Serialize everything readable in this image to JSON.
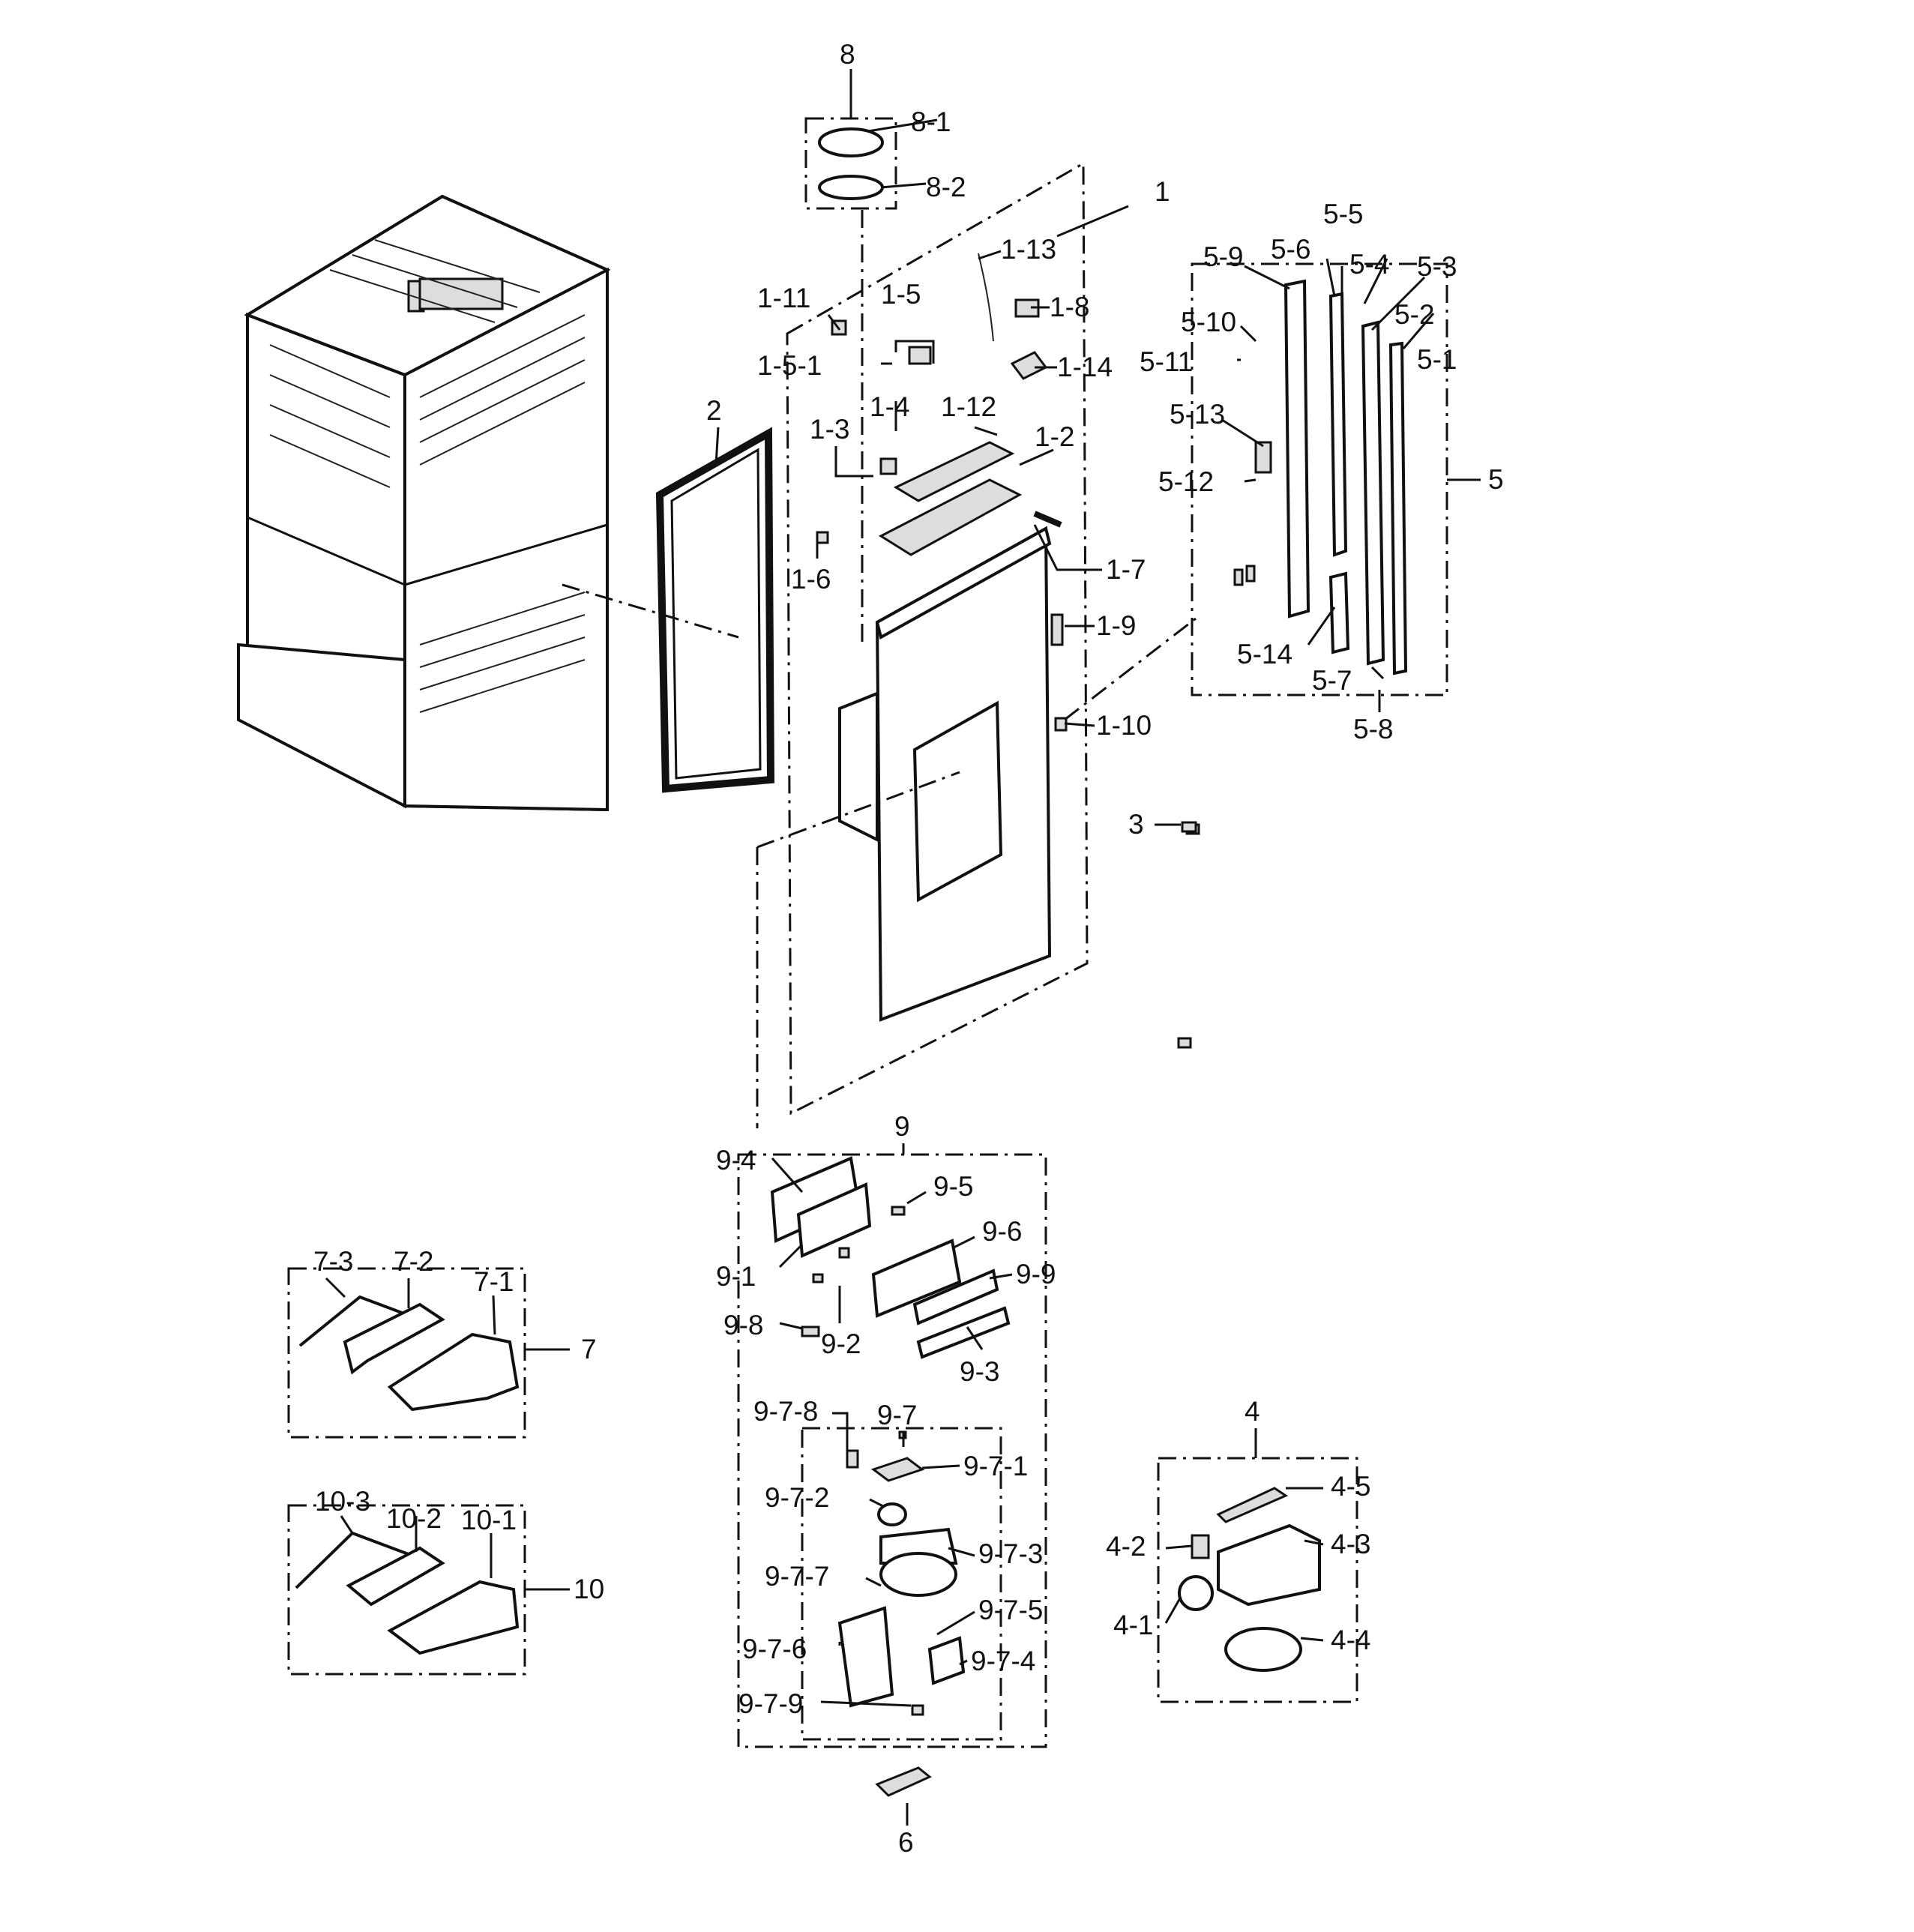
{
  "labels": {
    "p1": "1",
    "p1_2": "1-2",
    "p1_3": "1-3",
    "p1_4": "1-4",
    "p1_5": "1-5",
    "p1_5_1": "1-5-1",
    "p1_6": "1-6",
    "p1_7": "1-7",
    "p1_8": "1-8",
    "p1_9": "1-9",
    "p1_10": "1-10",
    "p1_11": "1-11",
    "p1_12": "1-12",
    "p1_13": "1-13",
    "p1_14": "1-14",
    "p2": "2",
    "p3": "3",
    "p4": "4",
    "p4_1": "4-1",
    "p4_2": "4-2",
    "p4_3": "4-3",
    "p4_4": "4-4",
    "p4_5": "4-5",
    "p5": "5",
    "p5_1": "5-1",
    "p5_2": "5-2",
    "p5_3": "5-3",
    "p5_4": "5-4",
    "p5_5": "5-5",
    "p5_6": "5-6",
    "p5_7": "5-7",
    "p5_8": "5-8",
    "p5_9": "5-9",
    "p5_10": "5-10",
    "p5_11": "5-11",
    "p5_12": "5-12",
    "p5_13": "5-13",
    "p5_14": "5-14",
    "p6": "6",
    "p7": "7",
    "p7_1": "7-1",
    "p7_2": "7-2",
    "p7_3": "7-3",
    "p8": "8",
    "p8_1": "8-1",
    "p8_2": "8-2",
    "p9": "9",
    "p9_1": "9-1",
    "p9_2": "9-2",
    "p9_3": "9-3",
    "p9_4": "9-4",
    "p9_5": "9-5",
    "p9_6": "9-6",
    "p9_7": "9-7",
    "p9_8": "9-8",
    "p9_9": "9-9",
    "p9_7_1": "9-7-1",
    "p9_7_2": "9-7-2",
    "p9_7_3": "9-7-3",
    "p9_7_4": "9-7-4",
    "p9_7_5": "9-7-5",
    "p9_7_6": "9-7-6",
    "p9_7_7": "9-7-7",
    "p9_7_8": "9-7-8",
    "p9_7_9": "9-7-9",
    "p10": "10",
    "p10_1": "10-1",
    "p10_2": "10-2",
    "p10_3": "10-3"
  }
}
